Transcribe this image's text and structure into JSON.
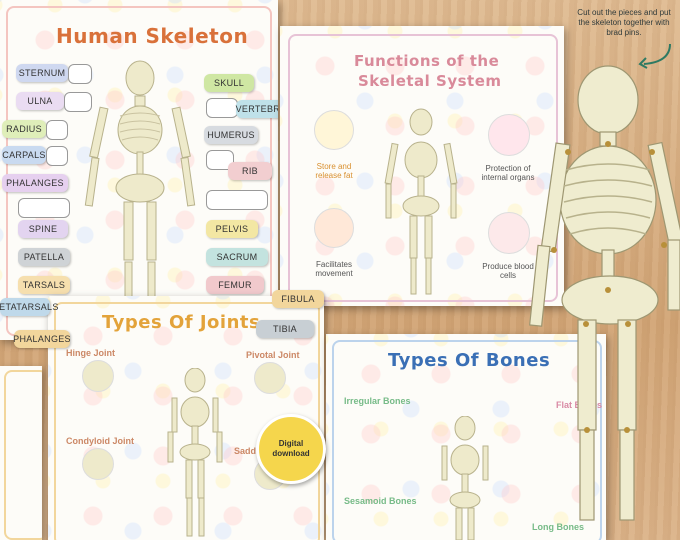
{
  "sheet1": {
    "title": "Human Skeleton",
    "left_labels": [
      "STERNUM",
      "ULNA",
      "RADIUS",
      "CARPALS",
      "PHALANGES",
      "SPINE",
      "PATELLA",
      "TARSALS"
    ],
    "right_labels": [
      "SKULL",
      "VERTEBRA",
      "HUMERUS",
      "RIB",
      "PELVIS",
      "SACRUM",
      "FEMUR"
    ],
    "loose_labels": [
      "METATARSALS",
      "PHALANGES",
      "FIBULA",
      "TIBIA"
    ]
  },
  "sheet2": {
    "title_line1": "Functions of the",
    "title_line2": "Skeletal System",
    "functions": [
      "Store and release fat",
      "Protection of internal organs",
      "Facilitates movement",
      "Produce blood cells"
    ]
  },
  "sheet3": {
    "title": "Types Of Joints",
    "joints": [
      "Hinge Joint",
      "Pivotal Joint",
      "Condyloid Joint",
      "Saddle Joint"
    ]
  },
  "sheet4": {
    "title": "Types Of Bones",
    "bones": [
      "Irregular Bones",
      "Sesamoid Bones",
      "Flat Bones",
      "Long Bones"
    ]
  },
  "badge": "Digital download",
  "note": "Cut out the pieces and put the skeleton together with brad pins.",
  "colors": {
    "title_orange": "#d9713a",
    "title_pink": "#d98a9a",
    "title_blue": "#3a6fb5",
    "bone": "#eeeacb"
  }
}
